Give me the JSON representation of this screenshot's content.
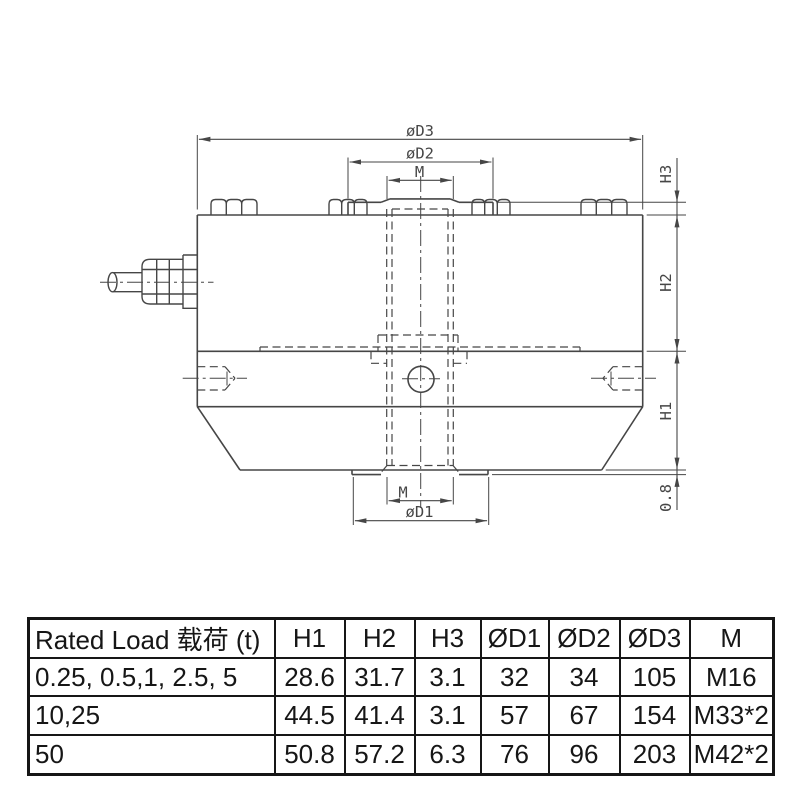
{
  "drawing": {
    "dims": {
      "d3": "øD3",
      "d2": "øD2",
      "m_top": "M",
      "m_bot": "M",
      "d1": "øD1",
      "h3": "H3",
      "h2": "H2",
      "h1": "H1",
      "lip": "0.8"
    }
  },
  "table": {
    "headers": [
      "Rated Load 载荷 (t)",
      "H1",
      "H2",
      "H3",
      "ØD1",
      "ØD2",
      "ØD3",
      "M"
    ],
    "rows": [
      [
        "0.25, 0.5,1, 2.5, 5",
        "28.6",
        "31.7",
        "3.1",
        "32",
        "34",
        "105",
        "M16"
      ],
      [
        "10,25",
        "44.5",
        "41.4",
        "3.1",
        "57",
        "67",
        "154",
        "M33*2"
      ],
      [
        "50",
        "50.8",
        "57.2",
        "6.3",
        "76",
        "96",
        "203",
        "M42*2"
      ]
    ]
  },
  "colors": {
    "line": "#464646",
    "table_line": "#161616",
    "background": "#ffffff"
  }
}
